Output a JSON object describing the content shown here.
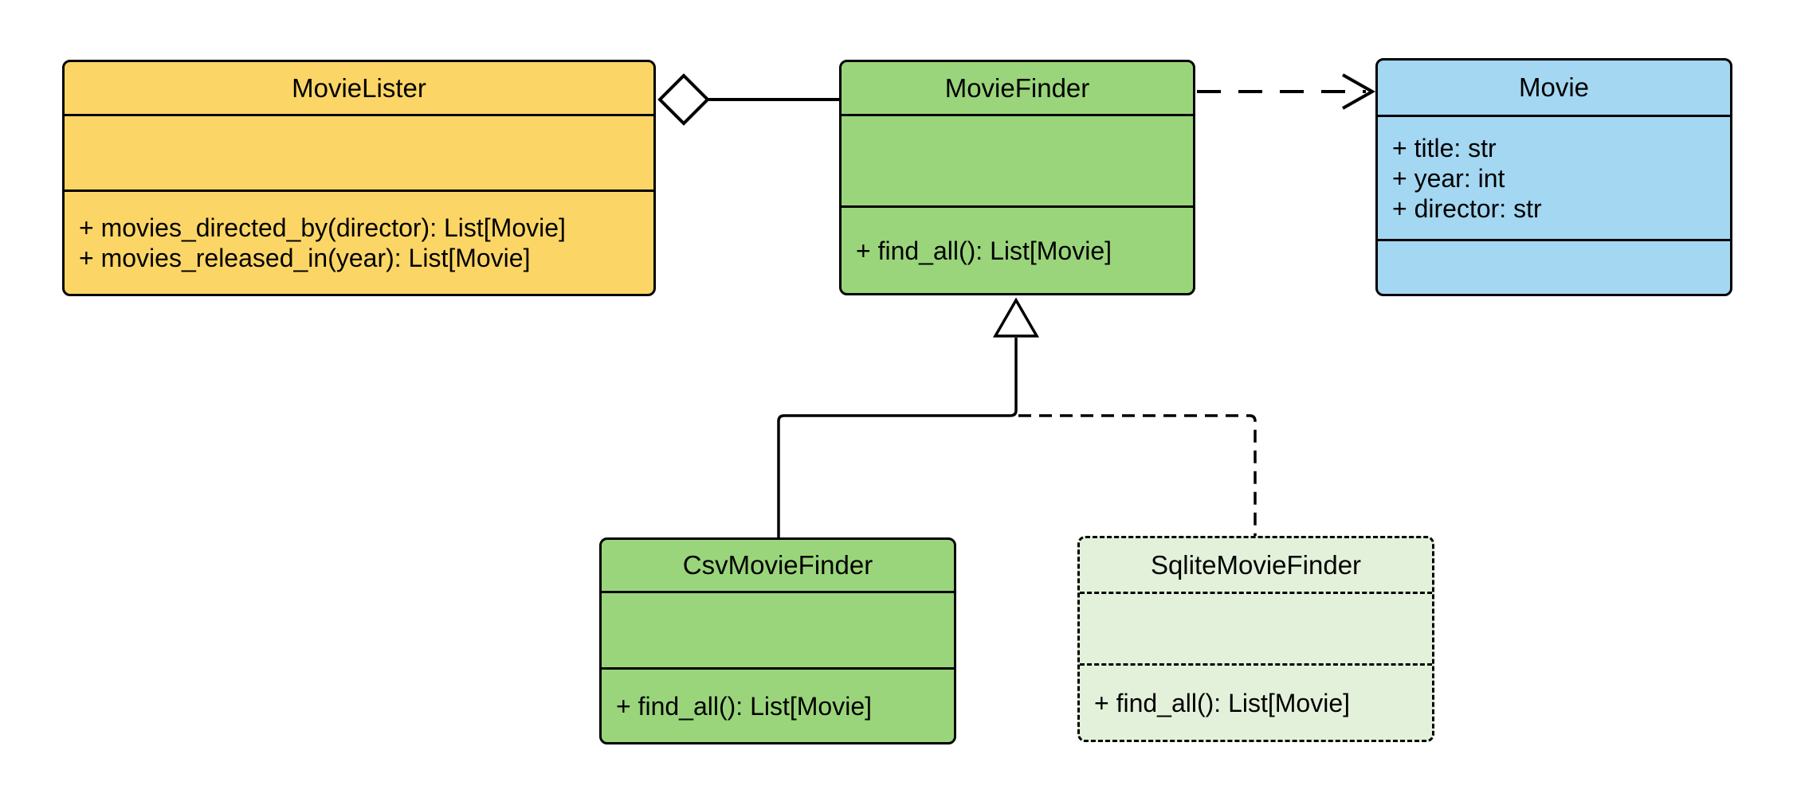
{
  "diagram": {
    "type": "uml-class-diagram",
    "classes": [
      {
        "name": "MovieLister",
        "attributes": [],
        "methods": [
          "+ movies_directed_by(director): List[Movie]",
          "+ movies_released_in(year): List[Movie]"
        ],
        "fill": "#FBD666",
        "border_style": "solid"
      },
      {
        "name": "MovieFinder",
        "attributes": [],
        "methods": [
          "+ find_all(): List[Movie]"
        ],
        "fill": "#9AD57C",
        "border_style": "solid"
      },
      {
        "name": "Movie",
        "attributes": [
          "+ title: str",
          "+ year: int",
          "+ director: str"
        ],
        "methods": [],
        "fill": "#A4D7F1",
        "border_style": "solid"
      },
      {
        "name": "CsvMovieFinder",
        "attributes": [],
        "methods": [
          "+ find_all(): List[Movie]"
        ],
        "fill": "#9AD57C",
        "border_style": "solid"
      },
      {
        "name": "SqliteMovieFinder",
        "attributes": [],
        "methods": [
          "+ find_all(): List[Movie]"
        ],
        "fill": "#E3F1DA",
        "border_style": "dashed"
      }
    ],
    "relationships": [
      {
        "type": "aggregation",
        "owner": "MovieLister",
        "part": "MovieFinder",
        "marker": "hollow-diamond",
        "line_style": "solid"
      },
      {
        "type": "dependency",
        "from": "MovieFinder",
        "to": "Movie",
        "marker": "open-arrow",
        "line_style": "dashed"
      },
      {
        "type": "generalization",
        "child": "CsvMovieFinder",
        "parent": "MovieFinder",
        "marker": "hollow-triangle",
        "line_style": "solid"
      },
      {
        "type": "generalization",
        "child": "SqliteMovieFinder",
        "parent": "MovieFinder",
        "marker": "hollow-triangle",
        "line_style": "dashed"
      }
    ]
  },
  "colors": {
    "background": "#FFFFFF",
    "line": "#000000",
    "text": "#000000",
    "marker_fill": "#FFFFFF"
  }
}
